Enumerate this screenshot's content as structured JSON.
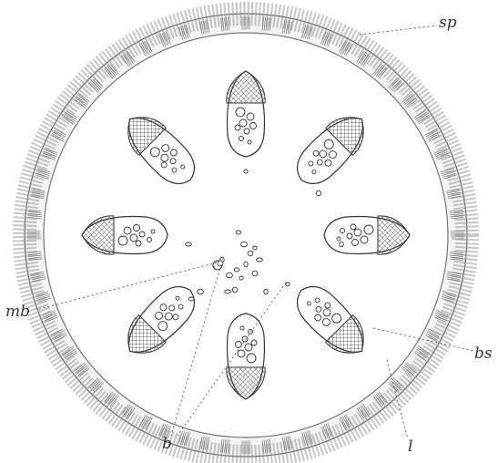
{
  "labels": {
    "sp": "sp",
    "bs": "bs",
    "l": "l",
    "b": "b",
    "mb": "mb"
  },
  "bundles": {
    "count": 8
  }
}
